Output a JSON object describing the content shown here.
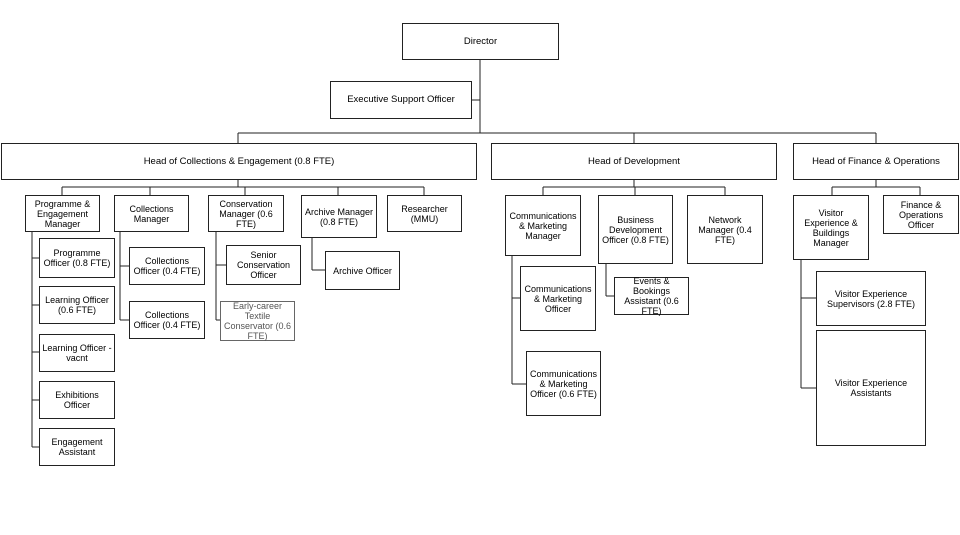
{
  "org_chart": {
    "director": "Director",
    "executive_support": "Executive Support Officer",
    "heads": {
      "collections": "Head of Collections & Engagement (0.8 FTE)",
      "development": "Head of Development",
      "finance": "Head of Finance & Operations"
    },
    "collections_team": {
      "programme_manager": "Programme & Engagement Manager",
      "collections_manager": "Collections Manager",
      "conservation_manager": "Conservation Manager (0.6 FTE)",
      "archive_manager": "Archive Manager (0.8 FTE)",
      "researcher": "Researcher (MMU)",
      "programme_officer": "Programme Officer (0.8 FTE)",
      "learning_officer": "Learning Officer (0.6 FTE)",
      "learning_officer_vacant": "Learning Officer - vacnt",
      "exhibitions_officer": "Exhibitions Officer",
      "engagement_assistant": "Engagement Assistant",
      "collections_officer_1": "Collections Officer (0.4 FTE)",
      "collections_officer_2": "Collections Officer (0.4 FTE)",
      "senior_conservation_officer": "Senior Conservation Officer",
      "early_career_conservator": "Early-career Textile Conservator (0.6 FTE)",
      "archive_officer": "Archive Officer"
    },
    "development_team": {
      "comms_manager": "Communications & Marketing Manager",
      "business_dev_officer": "Business Development Officer (0.8 FTE)",
      "network_manager": "Network Manager (0.4 FTE)",
      "comms_officer": "Communications & Marketing Officer",
      "comms_officer_part": "Communications & Marketing Officer (0.6 FTE)",
      "events_assistant": "Events & Bookings Assistant (0.6 FTE)"
    },
    "finance_team": {
      "visitor_manager": "Visitor Experience & Buildings Manager",
      "finance_officer": "Finance & Operations Officer",
      "visitor_supervisors": "Visitor Experience Supervisors (2.8 FTE)",
      "visitor_assistants": "Visitor Experience Assistants"
    }
  }
}
